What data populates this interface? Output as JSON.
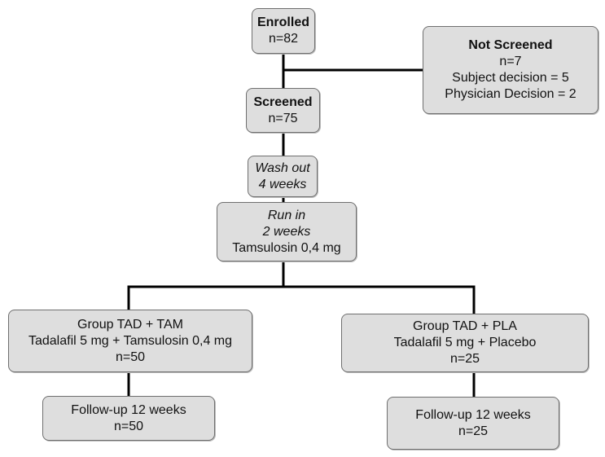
{
  "flowchart": {
    "enrolled": {
      "title": "Enrolled",
      "count": "n=82"
    },
    "not_screened": {
      "title": "Not Screened",
      "count": "n=7",
      "reason_1": "Subject decision = 5",
      "reason_2": "Physician Decision = 2"
    },
    "screened": {
      "title": "Screened",
      "count": "n=75"
    },
    "wash_out": {
      "line_1": "Wash out",
      "line_2": "4 weeks"
    },
    "run_in": {
      "line_1": "Run in",
      "line_2": "2 weeks",
      "line_3": "Tamsulosin 0,4 mg"
    },
    "group_tad_tam": {
      "title": "Group TAD + TAM",
      "treatment": "Tadalafil 5 mg + Tamsulosin 0,4 mg",
      "count": "n=50"
    },
    "group_tad_pla": {
      "title": "Group TAD + PLA",
      "treatment": "Tadalafil 5 mg + Placebo",
      "count": "n=25"
    },
    "followup_tam": {
      "title": "Follow-up 12 weeks",
      "count": "n=50"
    },
    "followup_pla": {
      "title": "Follow-up 12 weeks",
      "count": "n=25"
    }
  },
  "colors": {
    "box_fill": "#dedede",
    "box_border": "#6f6f6f",
    "connector": "#000000"
  }
}
